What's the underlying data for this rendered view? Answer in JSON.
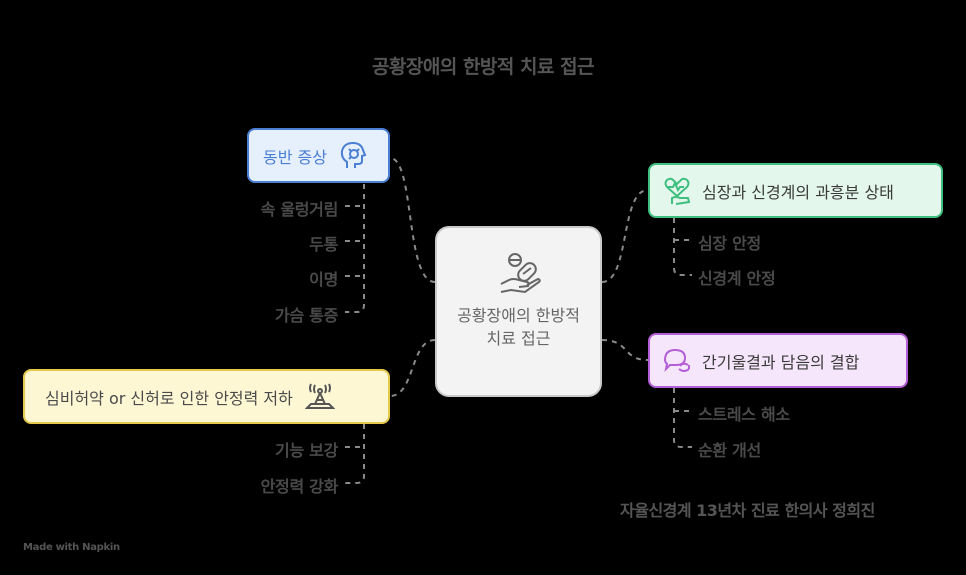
{
  "title": "공황장애의 한방적 치료 접근",
  "center": {
    "text": "공황장애의 한방적 치료 접근"
  },
  "nodes": {
    "symptoms": {
      "label": "동반 증상",
      "color": "#4a7fd4",
      "icon": "head-storm-icon",
      "leaves": [
        "속 울렁거림",
        "두통",
        "이명",
        "가슴 통증"
      ]
    },
    "heart_weakness": {
      "label": "심비허약 or 신허로 인한 안정력 저하",
      "color": "#e4c94a",
      "icon": "wifi-signal-icon",
      "leaves": [
        "기능 보강",
        "안정력 강화"
      ]
    },
    "overexcitement": {
      "label": "심장과 신경계의 과흥분 상태",
      "color": "#3fbf7f",
      "icon": "heart-hand-icon",
      "leaves": [
        "심장 안정",
        "신경계 안정"
      ]
    },
    "liver_phlegm": {
      "label": "간기울결과 담음의 결합",
      "color": "#b45fd6",
      "icon": "chat-cycle-icon",
      "leaves": [
        "스트레스 해소",
        "순환 개선"
      ]
    }
  },
  "footer": "자율신경계 13년차 진료 한의사 정희진",
  "brand": "Made with Napkin"
}
